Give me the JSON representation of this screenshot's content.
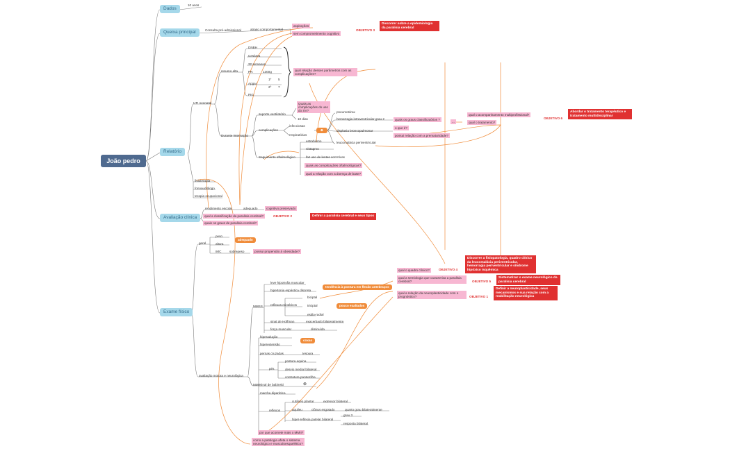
{
  "root": "João pedro",
  "branches": {
    "dados": "Dados",
    "queixa": "Queixa principal",
    "relatorio": "Relatório",
    "avaliacao": "Avaliação clínica",
    "exame": "Exame físico"
  },
  "dados": {
    "age": "10 anos"
  },
  "queixa": {
    "consulta": "Consulta pré-admissional",
    "atraso": "atraso comportamental",
    "pk1": "aspirações",
    "pk2": "sem comprometimento cognitivo",
    "obj": "OBJETIVO 3",
    "goal": "Discorrer sobre a epidemiologia da paralisia cerebral"
  },
  "relatorio": {
    "uti": "UTI neonatal",
    "resumo": "resumo alta",
    "items": [
      "DNBH",
      "Cesárea",
      "32 semanas",
      "PN",
      "1300g",
      "Apgar",
      "1º",
      "5",
      "2º",
      "7",
      "PIG"
    ],
    "pk_q": "qual relação desses parâmetros com as complicações?",
    "durante": "Durante internação",
    "suporte": "suporte ventilatório",
    "pk_suporte": "Quais as complicações do uso do SV?",
    "dias": "10 dias",
    "complic": "complicações",
    "infec": "infecciosas",
    "resp": "respiratórias",
    "pneumo": "pneumotórax",
    "hemorragia": "hemorragia intraventricular grau 2",
    "pk_graus": "quais os graus classificatórios ?",
    "displasia": "displasia broncopulmonar",
    "pk_oque": "o que é?",
    "pk_prema": "possui relação com a prematuridade?",
    "leuco": "leucomalácia periventricular",
    "seguimento": "Seguimento oftalmológico",
    "estrabismo": "estrabismo",
    "nistagmo": "nistagmo",
    "lentes": "faz uso de lentes corretivas",
    "pk_oft1": "quais as complicações oftalmológicas?",
    "pk_oft2": "qual a relação com a doença de base?",
    "pk_acomp": "qual o acompanhamento multiprofissional?",
    "pk_trat": "qual o tratamento?",
    "obj6": "OBJETIVO 6",
    "goal6": "Abordar o tratamento terapêutico e tratamento multidisciplinar",
    "fisio": "fisioterapia",
    "fono": "fonoaudiólogo",
    "terapia": "terapia ocupacional"
  },
  "avaliacao": {
    "rendimento": "rendimento escolar",
    "adequado": "adequado",
    "pk_cog": "cognitivo preservado",
    "pk_class": "qual a classificação da paralisia cerebral?",
    "obj2": "OBJETIVO 2",
    "goal2": "Definir a paralisia cerebral e seus tipos",
    "pk_graus": "quais os graus de paralisia cerebral?"
  },
  "exame": {
    "geral": "geral",
    "peso": "peso",
    "altura": "altura",
    "imc": "IMC",
    "adequado": "adequado",
    "sobrepeso": "sobrepeso",
    "pk_obes": "possui propensão à obesidade?",
    "avaliacao_motora": "avaliação motora e neurológica",
    "mmss": "MMSS",
    "leve": "leve hipotrofia muscular",
    "hipertonia": "hipertonia espástica discreta",
    "tendencia": "tendência à postura em flexão antebraços",
    "reflexos": "reflexos miotáticos",
    "biciptal": "biciptal",
    "triciptal": "triciptal",
    "estilo": "estilo-radial",
    "pouco": "pouco exaltados",
    "hoffman": "sinal de Hoffman",
    "exacerbado": "exacerbado bilateralmente",
    "forca": "força muscular",
    "diminuida": "diminuída",
    "pk_quadro": "qual o quadro clínico?",
    "obj4": "OBJETIVO 4",
    "goal4": "Discorrer a fisiopatologia, quadro clínico da leucomalácia periventricular, hemorragia periventricular e síndrome hipóxico isquêmica",
    "pk_semio": "qual a semiologia que caracteriza a paralisia cerebral?",
    "obj5": "OBJETIVO 5",
    "goal5": "Sistematizar o exame neurológico da paralisia cerebral",
    "pk_neuro": "qual a relação da neuroplasticidade com o prognóstico?",
    "obj1": "OBJETIVO 1",
    "goal1": "Definir a neuroplasticidade, seus mecanismos e sua relação com a reabilitação neurológica",
    "mmii": "MMII",
    "hiperaducao": "hiperadução",
    "hiperextensao": "hiperextensão",
    "coxas": "coxas",
    "pernas": "pernas cruzadas",
    "tesoura": "tesoura",
    "pes": "pés",
    "postura": "postura equina",
    "desvio": "desvio medial bilateral",
    "contratura": "contratura panturrilha",
    "babinski": "sinal de babinski",
    "marcha": "marcha diparética",
    "reflexos2": "reflexos",
    "cutaneo": "cutâneo plantar",
    "extensor": "extensor bilateral",
    "aquileu": "aquileu",
    "clonus": "clônus esgotado",
    "quarto": "quarto grau bilateralmente",
    "hiper_pat": "hiper-reflexia patelar bilateral",
    "grau": "grau 3",
    "resposta": "resposta bilateral",
    "pk_mmii": "por que acomete mais o MMII?",
    "pk_sistema": "como a patologia afeta o sistema neurológico e musculoesquelético?"
  },
  "colors": {
    "branch": "#a5d8ea",
    "root": "#4f6a8f",
    "pink": "#f7b7d2",
    "goal": "#e03131",
    "accent": "#f08c3a"
  }
}
